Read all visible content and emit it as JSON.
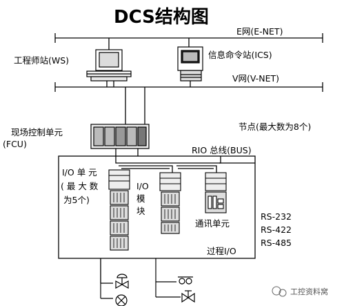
{
  "title": "DCS结构图",
  "labels": {
    "enet": "E网(E-NET)",
    "vnet": "V网(V-NET)",
    "ws": "工程师站(WS)",
    "ics": "信息命令站(ICS)",
    "fcu_line1": "现场控制单元",
    "fcu_line2": "(FCU)",
    "node": "节点(最大数为8个)",
    "rio": "RIO 总线(BUS)",
    "io_unit_line1": "I/O 单 元",
    "io_unit_line2": "( 最 大 数",
    "io_unit_line3": "为5个)",
    "io_module_line1": "I/O",
    "io_module_line2": "模",
    "io_module_line3": "块",
    "comm_unit": "通讯单元",
    "rs232": "RS-232",
    "rs422": "RS-422",
    "rs485": "RS-485",
    "process_io": "过程I/O",
    "watermark": "工控资料窝"
  },
  "colors": {
    "line": "#000000",
    "equipment_fill": "#e6e6e6",
    "equipment_dark": "#555555"
  }
}
